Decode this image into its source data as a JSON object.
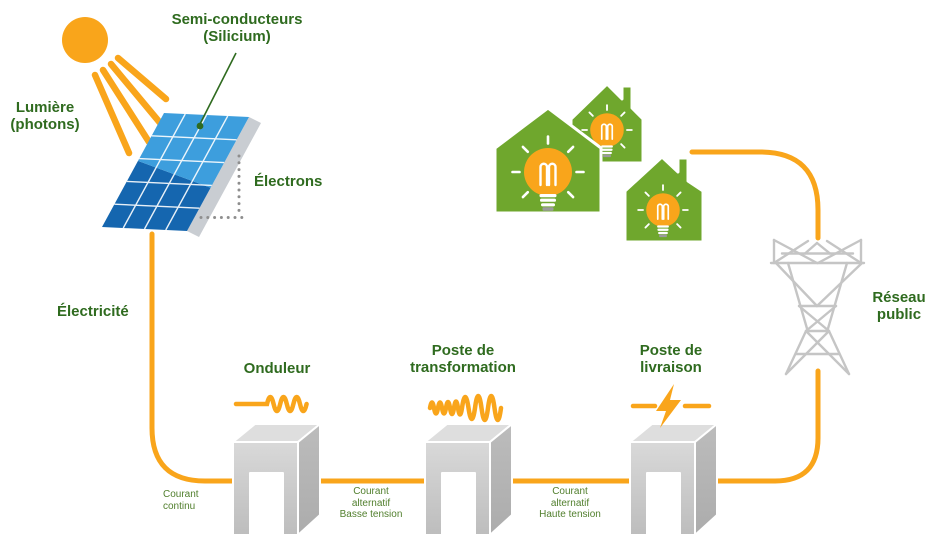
{
  "colors": {
    "bg": "#FFFFFF",
    "orange": "#F9A51B",
    "panel-light": "#3D9EDD",
    "panel-dark": "#1566AF",
    "panel-side": "#C9CDD2",
    "house-green": "#6FA72D",
    "green-text": "#2F6B1F",
    "green-small": "#517F2D",
    "building-top": "#DEDEDE",
    "building-front-a": "#D9D9D9",
    "building-front-b": "#BDBDBD",
    "building-side-a": "#BCBCBC",
    "building-side-b": "#ACACAC",
    "tower-gray": "#C5C5C5",
    "dot-gray": "#8E8E8E",
    "bulb-cap": "#9B9B9B"
  },
  "labels": {
    "lumiere": {
      "l1": "Lumière",
      "l2": "(photons)"
    },
    "semi": {
      "l1": "Semi-conducteurs",
      "l2": "(Silicium)"
    },
    "electrons": "Électrons",
    "electricite": "Électricité",
    "reseau": {
      "l1": "Réseau",
      "l2": "public"
    },
    "onduleur": "Onduleur",
    "transformation": {
      "l1": "Poste de",
      "l2": "transformation"
    },
    "livraison": {
      "l1": "Poste de",
      "l2": "livraison"
    },
    "courant_continu": {
      "l1": "Courant",
      "l2": "continu"
    },
    "courant_bt": {
      "l1": "Courant",
      "l2": "alternatif",
      "l3": "Basse tension"
    },
    "courant_ht": {
      "l1": "Courant",
      "l2": "alternatif",
      "l3": "Haute tension"
    }
  },
  "icons": {
    "sun-icon": "orange disc with four diagonal rays",
    "solar-panel-icon": "tilted blue photovoltaic panel with white grid",
    "electron-angle-icon": "dotted gray right-angle lines",
    "pointer-line-icon": "green callout line with dot",
    "house-icon": "green house silhouette with chimney",
    "light-bulb-icon": "orange bulb with white filament and rays",
    "transmission-tower-icon": "gray lattice pylon",
    "substation-building-icon": "gray 3D arch building",
    "dc-wave-icon": "flat line turning into sine wave",
    "amplified-wave-icon": "small sine wave growing larger",
    "lightning-bolt-icon": "orange lightning bolt on a line"
  }
}
